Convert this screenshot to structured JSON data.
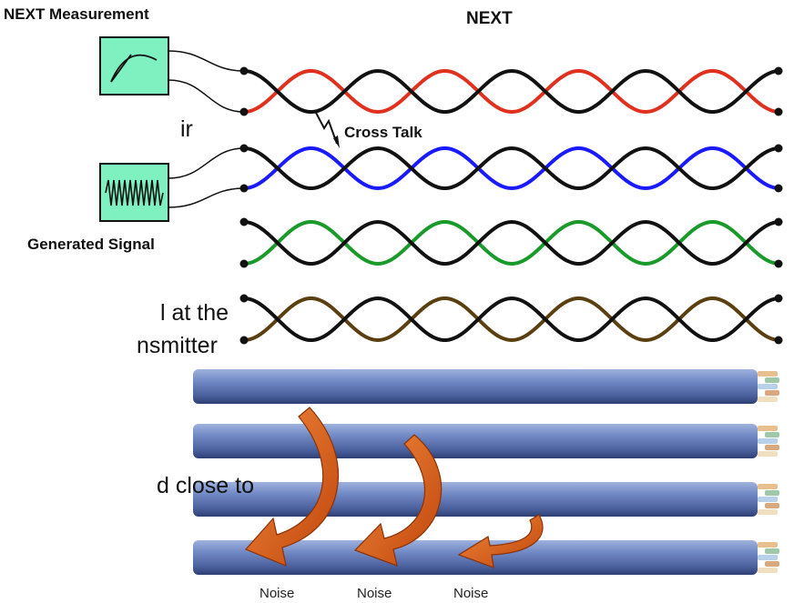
{
  "labels": {
    "measurement_title": "NEXT Measurement",
    "diagram_title": "NEXT",
    "cross_talk": "Cross Talk",
    "generated_signal": "Generated Signal"
  },
  "text_fragments": [
    "ir",
    "l at the",
    "nsmitter",
    "d close to"
  ],
  "noise_labels": [
    "Noise",
    "Noise",
    "Noise"
  ],
  "pair_colors": [
    "#e0301e",
    "#1a1aff",
    "#1a9a2a",
    "#5a4010"
  ],
  "colors": {
    "wire_dark": "#111111",
    "instrument_fill": "#7ff0c0",
    "cable_blue": "#6c86c0",
    "arrow_orange": "#e0601c"
  },
  "icons": [
    "meter-icon",
    "signal-generator-icon",
    "lightning-icon",
    "noise-arrow-icon"
  ]
}
